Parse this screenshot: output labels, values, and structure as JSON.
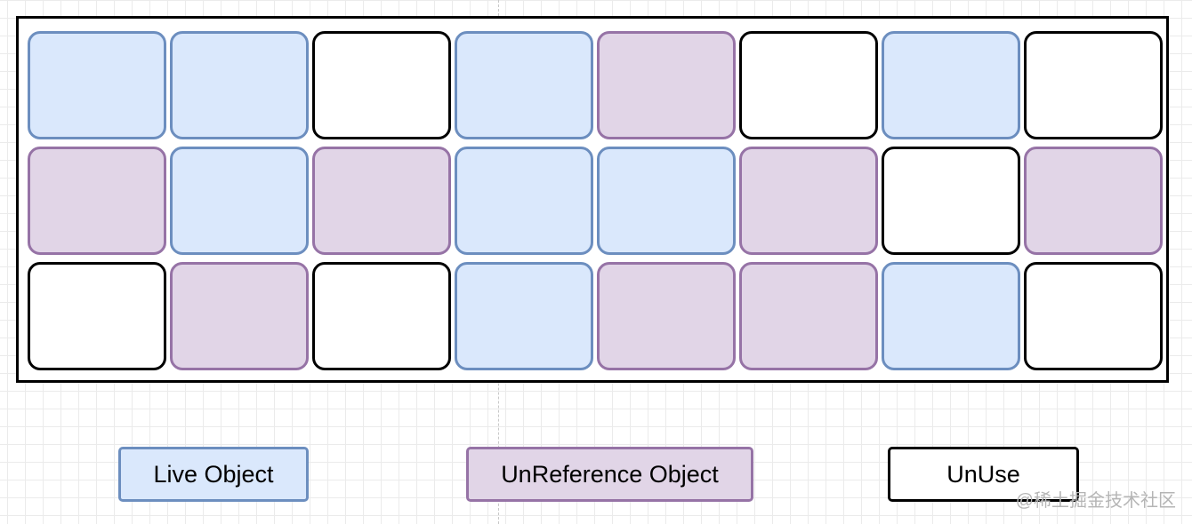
{
  "legend": {
    "live_label": "Live Object",
    "unref_label": "UnReference Object",
    "unuse_label": "UnUse"
  },
  "colors": {
    "live_fill": "#dae8fc",
    "live_border": "#6c8ebf",
    "unref_fill": "#e1d5e7",
    "unref_border": "#9673a6",
    "unuse_fill": "#ffffff",
    "unuse_border": "#000000"
  },
  "memory_grid": {
    "rows": [
      [
        "live",
        "live",
        "unuse",
        "live",
        "unref",
        "unuse",
        "live",
        "unuse"
      ],
      [
        "unref",
        "live",
        "unref",
        "live",
        "live",
        "unref",
        "unuse",
        "unref"
      ],
      [
        "unuse",
        "unref",
        "unuse",
        "live",
        "unref",
        "unref",
        "live",
        "unuse"
      ]
    ]
  },
  "watermark": "@稀土掘金技术社区"
}
